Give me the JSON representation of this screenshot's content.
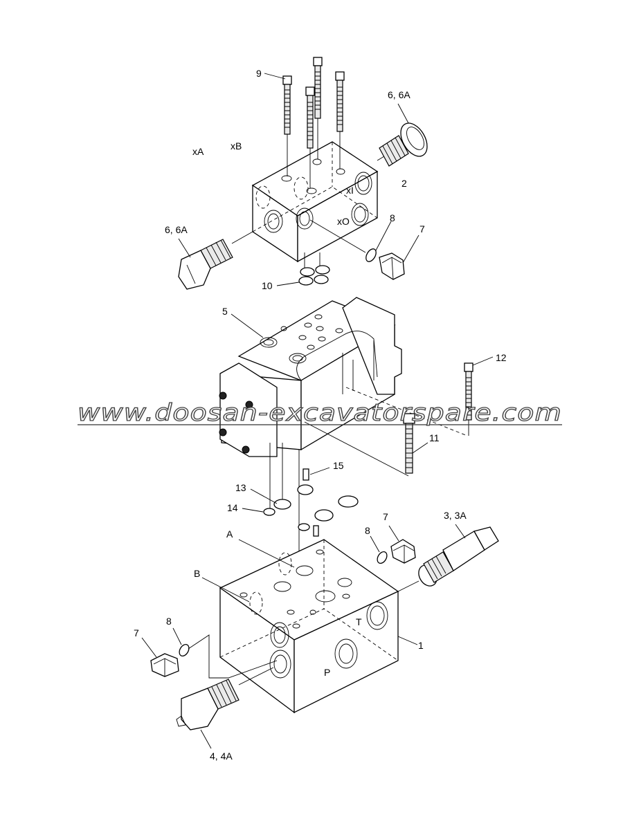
{
  "labels": {
    "l9": "9",
    "l66_top": "6, 6A",
    "lxA": "xA",
    "lxB": "xB",
    "lxI": "xI",
    "lxO": "xO",
    "l2": "2",
    "l66_left": "6, 6A",
    "l8_top": "8",
    "l7_top": "7",
    "l10": "10",
    "l5": "5",
    "l12": "12",
    "l11": "11",
    "l15": "15",
    "l13": "13",
    "l14": "14",
    "lA": "A",
    "l7_mid": "7",
    "l8_mid": "8",
    "l33A": "3, 3A",
    "lB": "B",
    "lT": "T",
    "l1": "1",
    "l7_low": "7",
    "l8_low": "8",
    "lP": "P",
    "l44A": "4, 4A"
  },
  "watermark": "www.doosan-excavatorspare.com"
}
